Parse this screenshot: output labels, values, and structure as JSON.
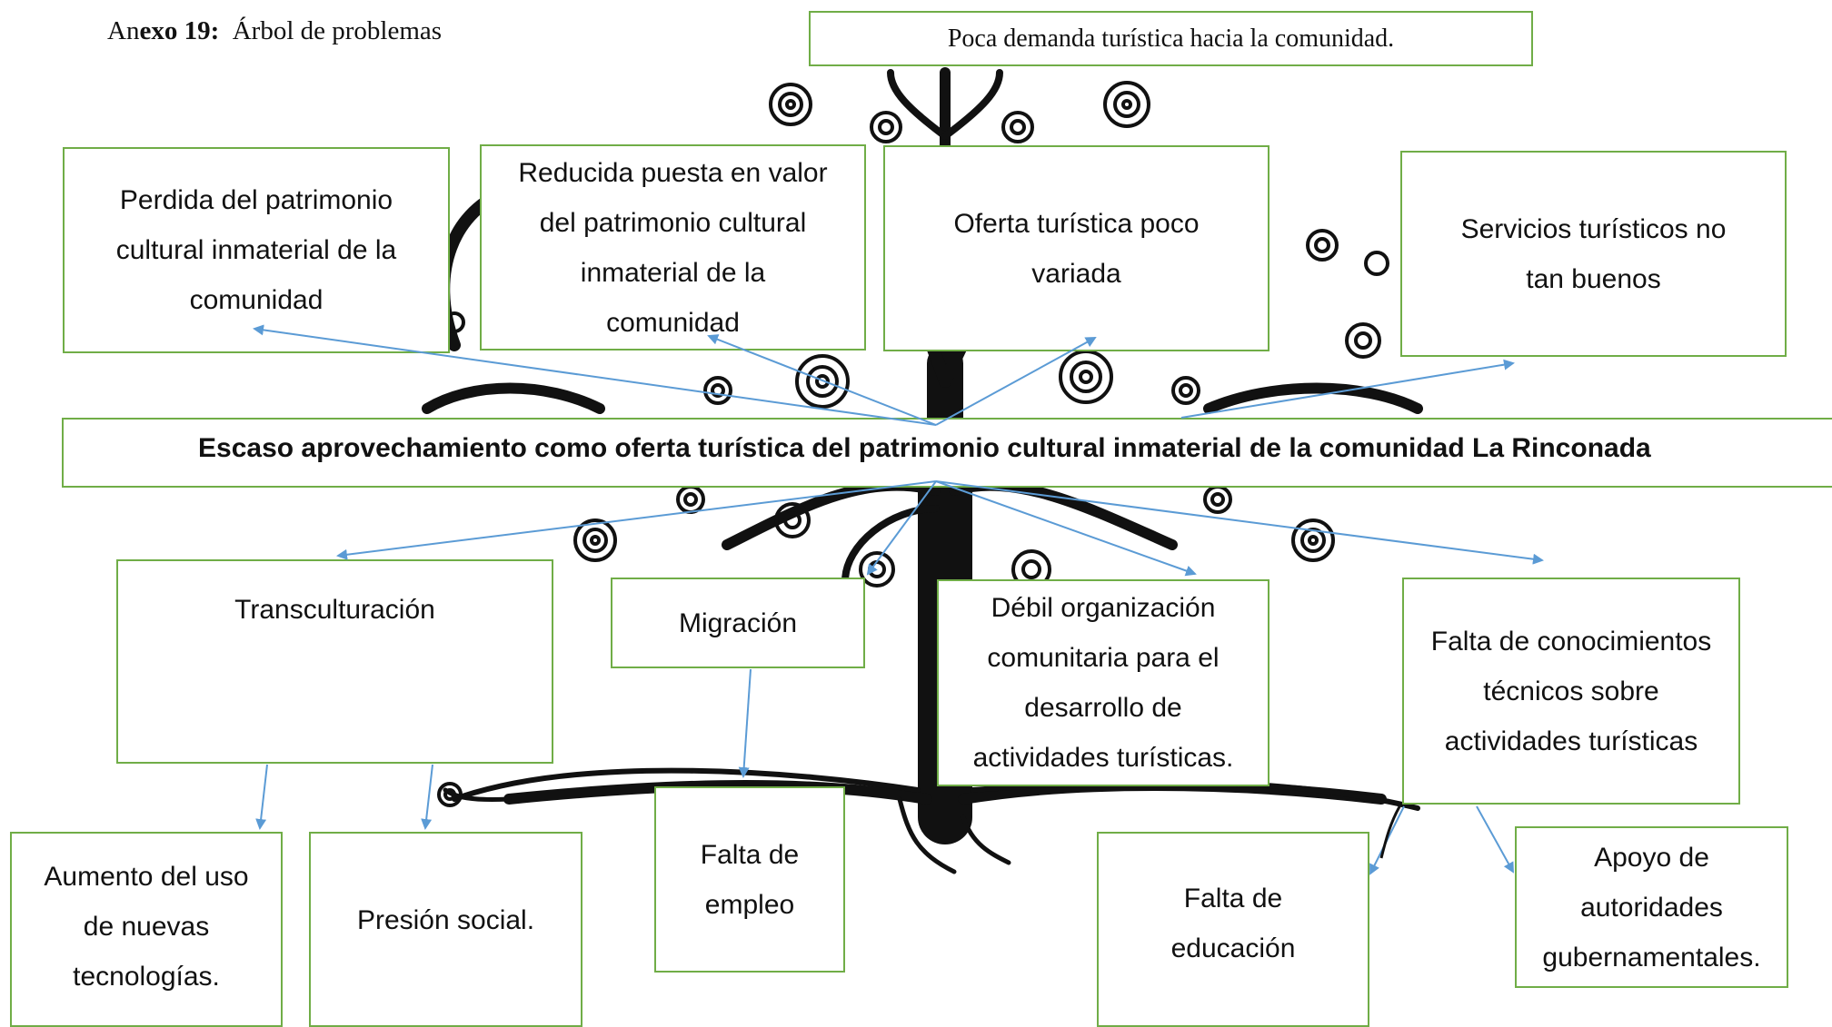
{
  "header": {
    "prefix": "An",
    "bold": "exo 19:",
    "text": "Árbol de problemas"
  },
  "effects": {
    "top": "Poca demanda turística hacia la comunidad.",
    "perdida": "Perdida del patrimonio cultural inmaterial de la comunidad",
    "reducida": "Reducida puesta en valor del patrimonio cultural inmaterial de la comunidad",
    "oferta": "Oferta turística poco variada",
    "servicios": "Servicios turísticos no tan buenos"
  },
  "central_problem": "Escaso aprovechamiento como oferta turística del patrimonio cultural inmaterial de la comunidad La Rinconada",
  "causes": {
    "transculturacion": "Transculturación",
    "migracion": "Migración",
    "debil": "Débil organización comunitaria para el desarrollo de actividades turísticas.",
    "falta_conocimientos": "Falta de conocimientos técnicos sobre actividades turísticas"
  },
  "root_causes": {
    "aumento": "Aumento del uso de nuevas tecnologías.",
    "presion": "Presión social.",
    "falta_empleo": "Falta de empleo",
    "falta_educacion": "Falta de educación",
    "apoyo": "Apoyo de autoridades gubernamentales."
  },
  "colors": {
    "box_border": "#70ad47",
    "arrow": "#5b9bd5",
    "tree": "#111111",
    "background": "#ffffff"
  }
}
